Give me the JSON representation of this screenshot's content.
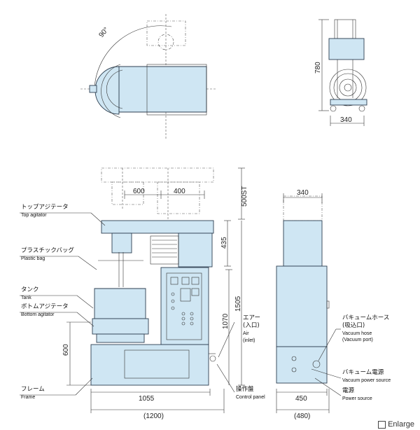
{
  "plan_view": {
    "angle": "90°"
  },
  "side_view": {
    "height": "780",
    "width": "340"
  },
  "front_view": {
    "dims": {
      "w600": "600",
      "w400": "400",
      "stroke": "500ST",
      "h435": "435",
      "h1505": "1505",
      "h1070": "1070",
      "h600": "600",
      "w1055": "1055",
      "w1200": "(1200)"
    },
    "labels": {
      "top_agitator_jp": "トップアジテータ",
      "top_agitator_en": "Top agitator",
      "plastic_bag_jp": "プラスチックバッグ",
      "plastic_bag_en": "Plastic bag",
      "tank_jp": "タンク",
      "tank_en": "Tank",
      "bottom_agitator_jp": "ボトムアジテータ",
      "bottom_agitator_en": "Bottom agitator",
      "frame_jp": "フレーム",
      "frame_en": "Frame",
      "air_jp1": "エアー",
      "air_jp2": "(入口)",
      "air_en1": "Air",
      "air_en2": "(inlet)",
      "control_panel_jp": "操作盤",
      "control_panel_en": "Control panel"
    }
  },
  "right_view": {
    "dims": {
      "w340": "340",
      "w450": "450",
      "w480": "(480)"
    },
    "labels": {
      "vacuum_hose_jp1": "バキュームホース",
      "vacuum_hose_jp2": "(吸込口)",
      "vacuum_hose_en1": "Vacuum hose",
      "vacuum_hose_en2": "(Vacuum port)",
      "vacuum_power_jp": "バキューム電源",
      "vacuum_power_en": "Vacuum power source",
      "power_jp": "電源",
      "power_en": "Power source"
    }
  },
  "enlarge_label": "Enlarge",
  "colors": {
    "body": "#cfe6f3",
    "outline": "#2c3e50"
  }
}
